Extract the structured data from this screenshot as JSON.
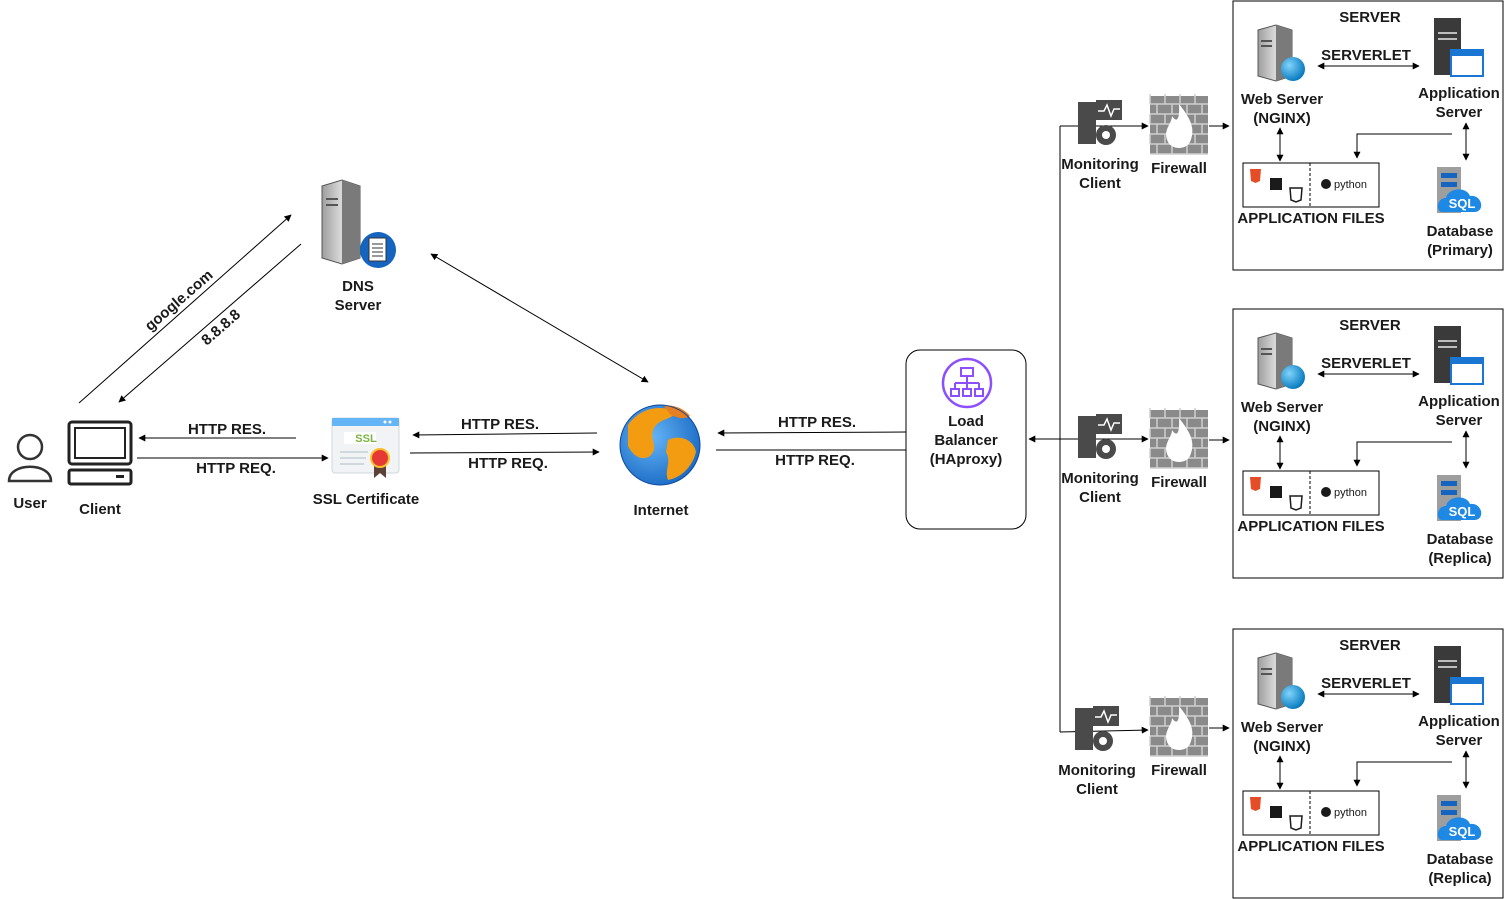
{
  "nodes": {
    "user": "User",
    "client": "Client",
    "dns": [
      "DNS",
      "Server"
    ],
    "ssl": "SSL Certificate",
    "ssl_badge": "SSL",
    "internet": "Internet",
    "lb": [
      "Load",
      "Balancer",
      "(HAproxy)"
    ],
    "monitoring": [
      "Monitoring",
      "Client"
    ],
    "firewall": "Firewall"
  },
  "edges": {
    "google": "google.com",
    "ip": "8.8.8.8",
    "http_res": "HTTP RES.",
    "http_req": "HTTP REQ."
  },
  "servers": [
    {
      "title": "SERVER",
      "serverlet": "SERVERLET",
      "web": [
        "Web Server",
        "(NGINX)"
      ],
      "app": [
        "Application",
        "Server"
      ],
      "files": "APPLICATION FILES",
      "python": "python",
      "db": [
        "Database",
        "(Primary)"
      ],
      "db_icon": "SQL"
    },
    {
      "title": "SERVER",
      "serverlet": "SERVERLET",
      "web": [
        "Web Server",
        "(NGINX)"
      ],
      "app": [
        "Application",
        "Server"
      ],
      "files": "APPLICATION FILES",
      "python": "python",
      "db": [
        "Database",
        "(Replica)"
      ],
      "db_icon": "SQL"
    },
    {
      "title": "SERVER",
      "serverlet": "SERVERLET",
      "web": [
        "Web Server",
        "(NGINX)"
      ],
      "app": [
        "Application",
        "Server"
      ],
      "files": "APPLICATION FILES",
      "python": "python",
      "db": [
        "Database",
        "(Replica)"
      ],
      "db_icon": "SQL"
    }
  ],
  "colors": {
    "line": "#000000",
    "lb_icon": "#8c4fff",
    "ssl_green": "#7cb342",
    "sql_blue": "#1e88e5",
    "globe_blue": "#1976d2",
    "globe_orange": "#f39c12",
    "firewall_brick": "#8a8a8a",
    "fire": "#ffffff"
  },
  "icons": {
    "user": "user-icon",
    "client": "desktop-icon",
    "dns": "dns-server-icon",
    "ssl": "ssl-certificate-icon",
    "internet": "globe-icon",
    "lb": "load-balancer-icon",
    "monitoring": "monitoring-icon",
    "firewall": "firewall-icon",
    "web": "web-server-icon",
    "app": "application-server-icon",
    "db": "database-icon",
    "html5": "html5-icon",
    "js": "js-icon",
    "css3": "css3-icon",
    "python": "python-icon"
  }
}
